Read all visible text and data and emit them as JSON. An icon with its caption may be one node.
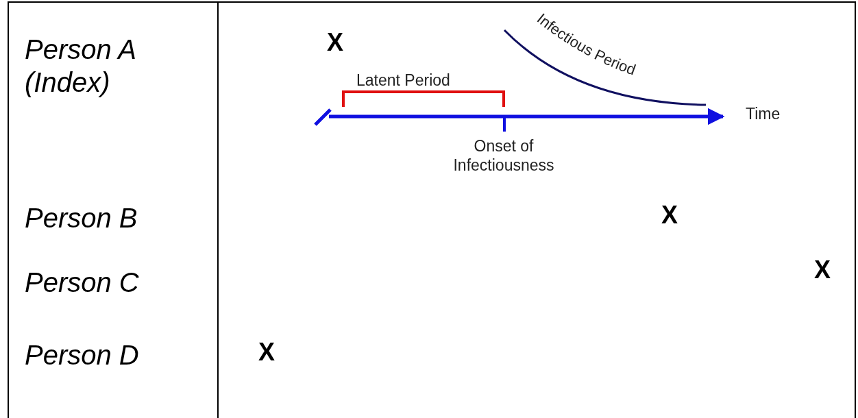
{
  "diagram": {
    "labels": [
      "Person A (Index)",
      "X",
      "Infectious Period",
      "Latent Period",
      "Time",
      "Onset of Infectiousness",
      "Person B",
      "X",
      "Person C",
      "X",
      "Person D",
      "X"
    ]
  }
}
